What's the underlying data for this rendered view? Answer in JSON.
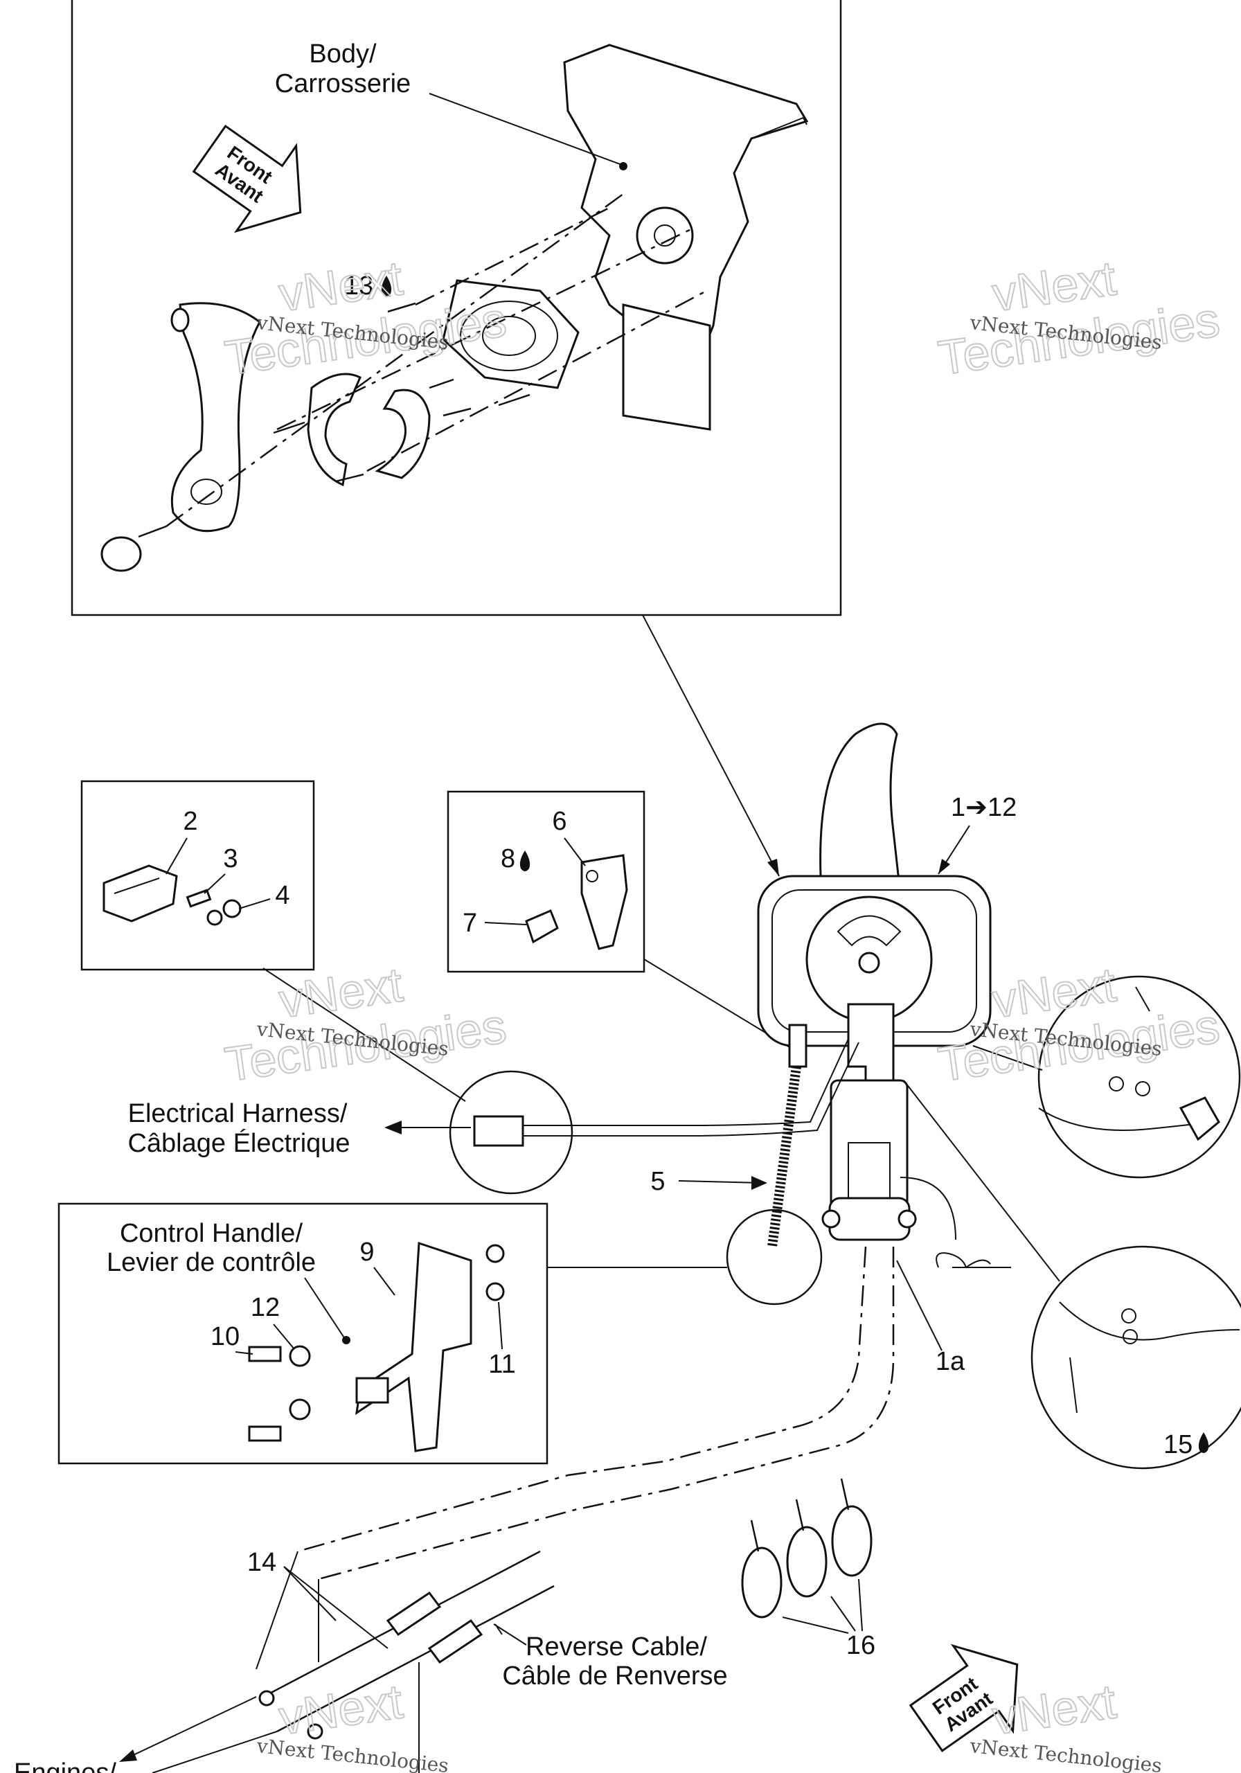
{
  "labels": {
    "body": [
      "Body/",
      "Carrosserie"
    ],
    "front_top": [
      "Front",
      "Avant"
    ],
    "front_bottom": [
      "Front",
      "Avant"
    ],
    "harness": [
      "Electrical  Harness/",
      "Câblage Électrique"
    ],
    "control_handle": [
      "Control Handle/",
      "Levier de contrôle"
    ],
    "reverse_cable": [
      "Reverse Cable/",
      "Câble de Renverse"
    ],
    "engines": "Engines/"
  },
  "callouts": {
    "p13": "13",
    "p2": "2",
    "p3": "3",
    "p4": "4",
    "p6": "6",
    "p7": "7",
    "p8": "8",
    "p1to12": "1➔12",
    "p5": "5",
    "p9": "9",
    "p10": "10",
    "p11": "11",
    "p12": "12",
    "p1a": "1a",
    "p14": "14",
    "p15": "15",
    "p16": "16"
  },
  "watermark": {
    "text": "vNext Technologies",
    "big_top": "vNext",
    "big_bottom": "Technologies"
  },
  "colors": {
    "ink": "#111111",
    "watermark": "#c8c8c8",
    "background": "#ffffff"
  }
}
